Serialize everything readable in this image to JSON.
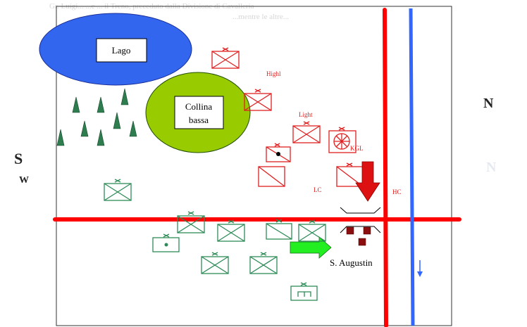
{
  "header_text_line1": "Gr. Luigi...  ...e  ... il Treno, preceduto dalla Divisione di Cavalleria",
  "header_text_line2": "...mentre le altre...",
  "terrain": {
    "lake_label": "Lago",
    "hill_label_line1": "Collina",
    "hill_label_line2": "bassa",
    "lake_color": "#3366ee",
    "hill_color": "#99cc00",
    "forest_color": "#2e7d4f"
  },
  "compass": {
    "north": "N",
    "south": "S",
    "west": "W"
  },
  "place": {
    "town_name": "S. Augustin"
  },
  "red_unit_labels": {
    "highl": "Highl",
    "light": "Light",
    "kgl": "KGL",
    "lc": "LC",
    "hc": "HC"
  },
  "colors": {
    "red_forces": "#e02020",
    "green_forces": "#2e8b57",
    "road": "#ff0000",
    "river": "#3366ff",
    "town_buildings": "#8b0f0f",
    "advance_arrow_green": "#22ee22",
    "advance_arrow_red": "#dd1111"
  }
}
